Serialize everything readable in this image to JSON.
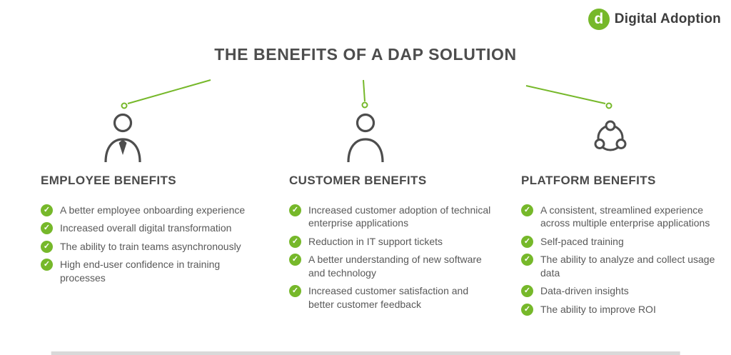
{
  "logo": {
    "mark": "d",
    "text": "Digital Adoption"
  },
  "title": "THE BENEFITS OF A DAP SOLUTION",
  "icons": {
    "check": "✓"
  },
  "colors": {
    "accent": "#76b82a",
    "heading": "#4a4a4a",
    "body": "#595959",
    "icon-stroke": "#4d4d4d"
  },
  "columns": [
    {
      "heading": "EMPLOYEE BENEFITS",
      "icon": "employee-icon",
      "items": [
        "A better employee onboarding experience",
        "Increased overall digital transformation",
        "The ability to train teams asynchronously",
        "High end-user confidence in training processes"
      ]
    },
    {
      "heading": "CUSTOMER BENEFITS",
      "icon": "customer-icon",
      "items": [
        "Increased customer adoption of technical enterprise applications",
        "Reduction in IT support tickets",
        "A better understanding of new software and technology",
        "Increased customer satisfaction and better customer feedback"
      ]
    },
    {
      "heading": "PLATFORM BENEFITS",
      "icon": "platform-icon",
      "items": [
        "A consistent, streamlined experience across multiple enterprise applications",
        "Self-paced training",
        "The ability to analyze and collect usage data",
        "Data-driven insights",
        "The ability to improve ROI"
      ]
    }
  ]
}
